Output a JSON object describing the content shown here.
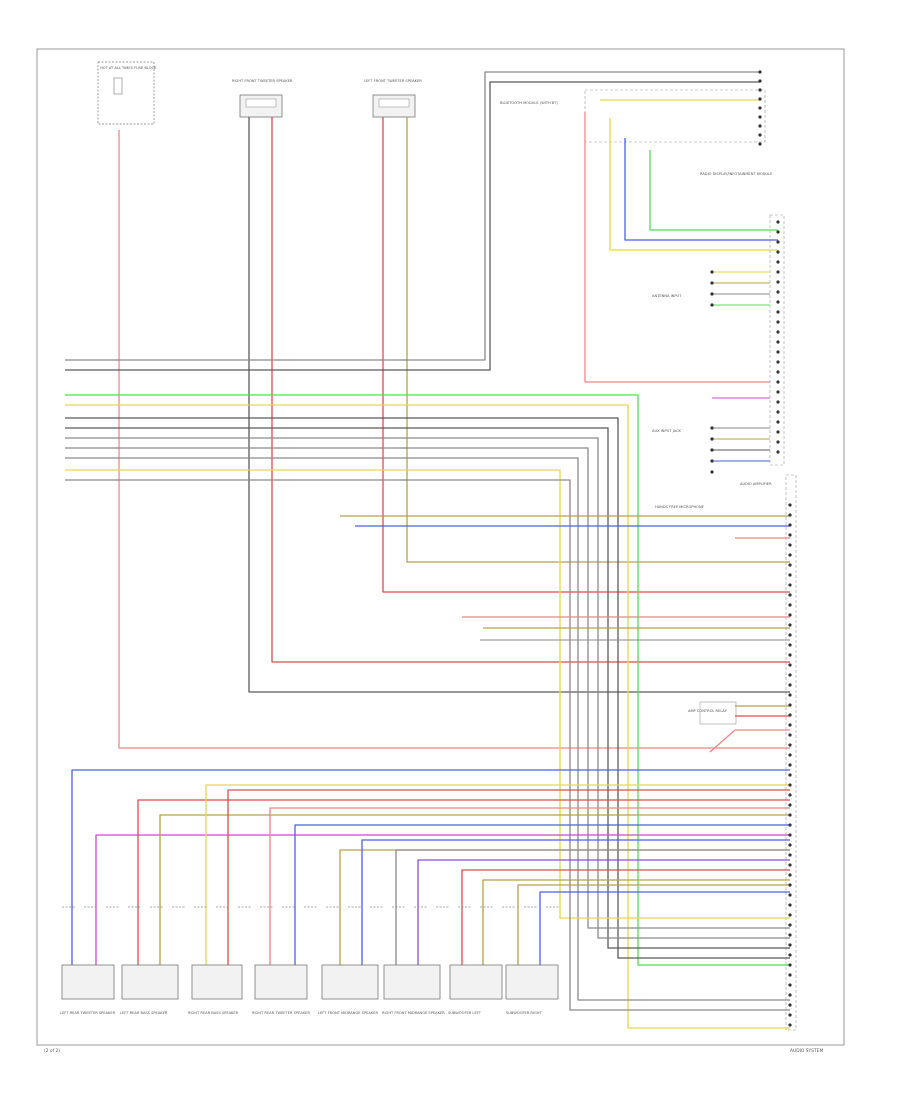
{
  "diagram": {
    "footer_left": "(2 of 2)",
    "footer_right": "AUDIO SYSTEM",
    "colors": {
      "red": "#e24a4a",
      "pink": "#f08585",
      "blue": "#4a62e6",
      "green": "#4fe04f",
      "yellow": "#e6d64a",
      "gray": "#8a8a8a",
      "dark": "#5a5a5a",
      "olive": "#b8a04a",
      "magenta": "#cc4acc",
      "violet": "#8a4ae6"
    },
    "components": {
      "fuse_block": "HOT AT ALL TIMES FUSE BLOCK",
      "tw_right_front": "RIGHT FRONT TWEETER SPEAKER",
      "tw_left_front": "LEFT FRONT TWEETER SPEAKER",
      "bt_module": "BLUETOOTH MODULE (WITH BT)",
      "radio_module": "RADIO DISPLAY/INFOTAINMENT MODULE",
      "audio_amp": "AUDIO AMPLIFIER",
      "antenna_input": "ANTENNA INPUT",
      "aux_input": "AUX INPUT JACK",
      "mic_module": "HANDS FREE MICROPHONE",
      "amp_relay": "AMP CONTROL RELAY",
      "sp_lr_tw": "LEFT REAR TWEETER SPEAKER",
      "sp_lr_bass": "LEFT REAR BASS SPEAKER",
      "sp_rr_bass": "RIGHT REAR BASS SPEAKER",
      "sp_rr_tw": "RIGHT REAR TWEETER SPEAKER",
      "sp_lf_mid": "LEFT FRONT MIDRANGE SPEAKER",
      "sp_rf_mid": "RIGHT FRONT MIDRANGE SPEAKER",
      "sp_sub1": "SUBWOOFER LEFT",
      "sp_sub2": "SUBWOOFER RIGHT"
    }
  }
}
